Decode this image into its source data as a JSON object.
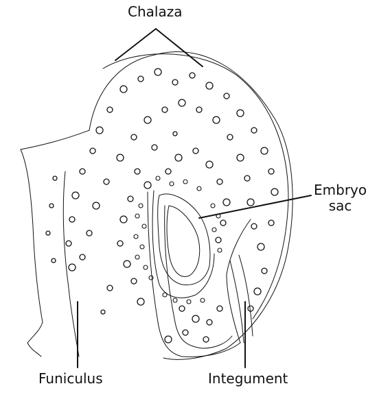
{
  "diagram": {
    "type": "botanical-illustration",
    "subject": "ovule",
    "labels": {
      "chalaza": "Chalaza",
      "embryo_sac_line1": "Embryo",
      "embryo_sac_line2": "sac",
      "funiculus": "Funiculus",
      "integument": "Integument"
    },
    "colors": {
      "ink": "#111111",
      "background": "#ffffff"
    }
  }
}
